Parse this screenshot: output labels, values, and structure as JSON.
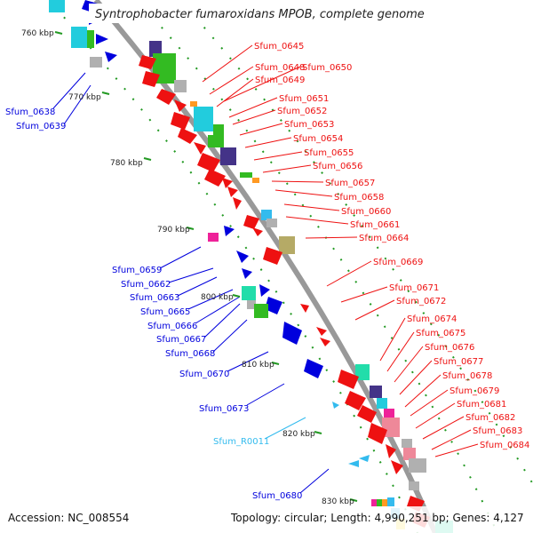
{
  "title": "Syntrophobacter fumaroxidans MPOB, complete genome",
  "accession": "Accession: NC_008554",
  "topology": "Topology: circular; Length: 4,990,251 bp; Genes: 4,127",
  "colors": {
    "red": "#ee1111",
    "blue": "#0000dd",
    "cyan": "#22ccdd",
    "green": "#33bb22",
    "navy": "#443388",
    "gray": "#b0b0b0",
    "olive": "#b5aa66",
    "teal": "#22ddaa",
    "magenta": "#ee2299",
    "pink": "#ee8899",
    "orange": "#ff9922",
    "light_cyan": "#33bbee",
    "backbone": "#999999",
    "tick": "#229922"
  },
  "kbp_labels": [
    "760 kbp",
    "770 kbp",
    "780 kbp",
    "790 kbp",
    "800 kbp",
    "810 kbp",
    "820 kbp",
    "830 kbp"
  ],
  "left_labels": [
    {
      "text": "Sfum_0638",
      "color": "blue"
    },
    {
      "text": "Sfum_0639",
      "color": "blue"
    },
    {
      "text": "Sfum_0659",
      "color": "blue"
    },
    {
      "text": "Sfum_0662",
      "color": "blue"
    },
    {
      "text": "Sfum_0663",
      "color": "blue"
    },
    {
      "text": "Sfum_0665",
      "color": "blue"
    },
    {
      "text": "Sfum_0666",
      "color": "blue"
    },
    {
      "text": "Sfum_0667",
      "color": "blue"
    },
    {
      "text": "Sfum_0668",
      "color": "blue"
    },
    {
      "text": "Sfum_0670",
      "color": "blue"
    },
    {
      "text": "Sfum_0673",
      "color": "blue"
    },
    {
      "text": "Sfum_R0011",
      "color": "light_cyan"
    },
    {
      "text": "Sfum_0680",
      "color": "blue"
    }
  ],
  "right_labels": [
    "Sfum_0645",
    "Sfum_0648",
    "Sfum_0650",
    "Sfum_0649",
    "Sfum_0651",
    "Sfum_0652",
    "Sfum_0653",
    "Sfum_0654",
    "Sfum_0655",
    "Sfum_0656",
    "Sfum_0657",
    "Sfum_0658",
    "Sfum_0660",
    "Sfum_0661",
    "Sfum_0664",
    "Sfum_0669",
    "Sfum_0671",
    "Sfum_0672",
    "Sfum_0674",
    "Sfum_0675",
    "Sfum_0676",
    "Sfum_0677",
    "Sfum_0678",
    "Sfum_0679",
    "Sfum_0681",
    "Sfum_0682",
    "Sfum_0683",
    "Sfum_0684"
  ]
}
